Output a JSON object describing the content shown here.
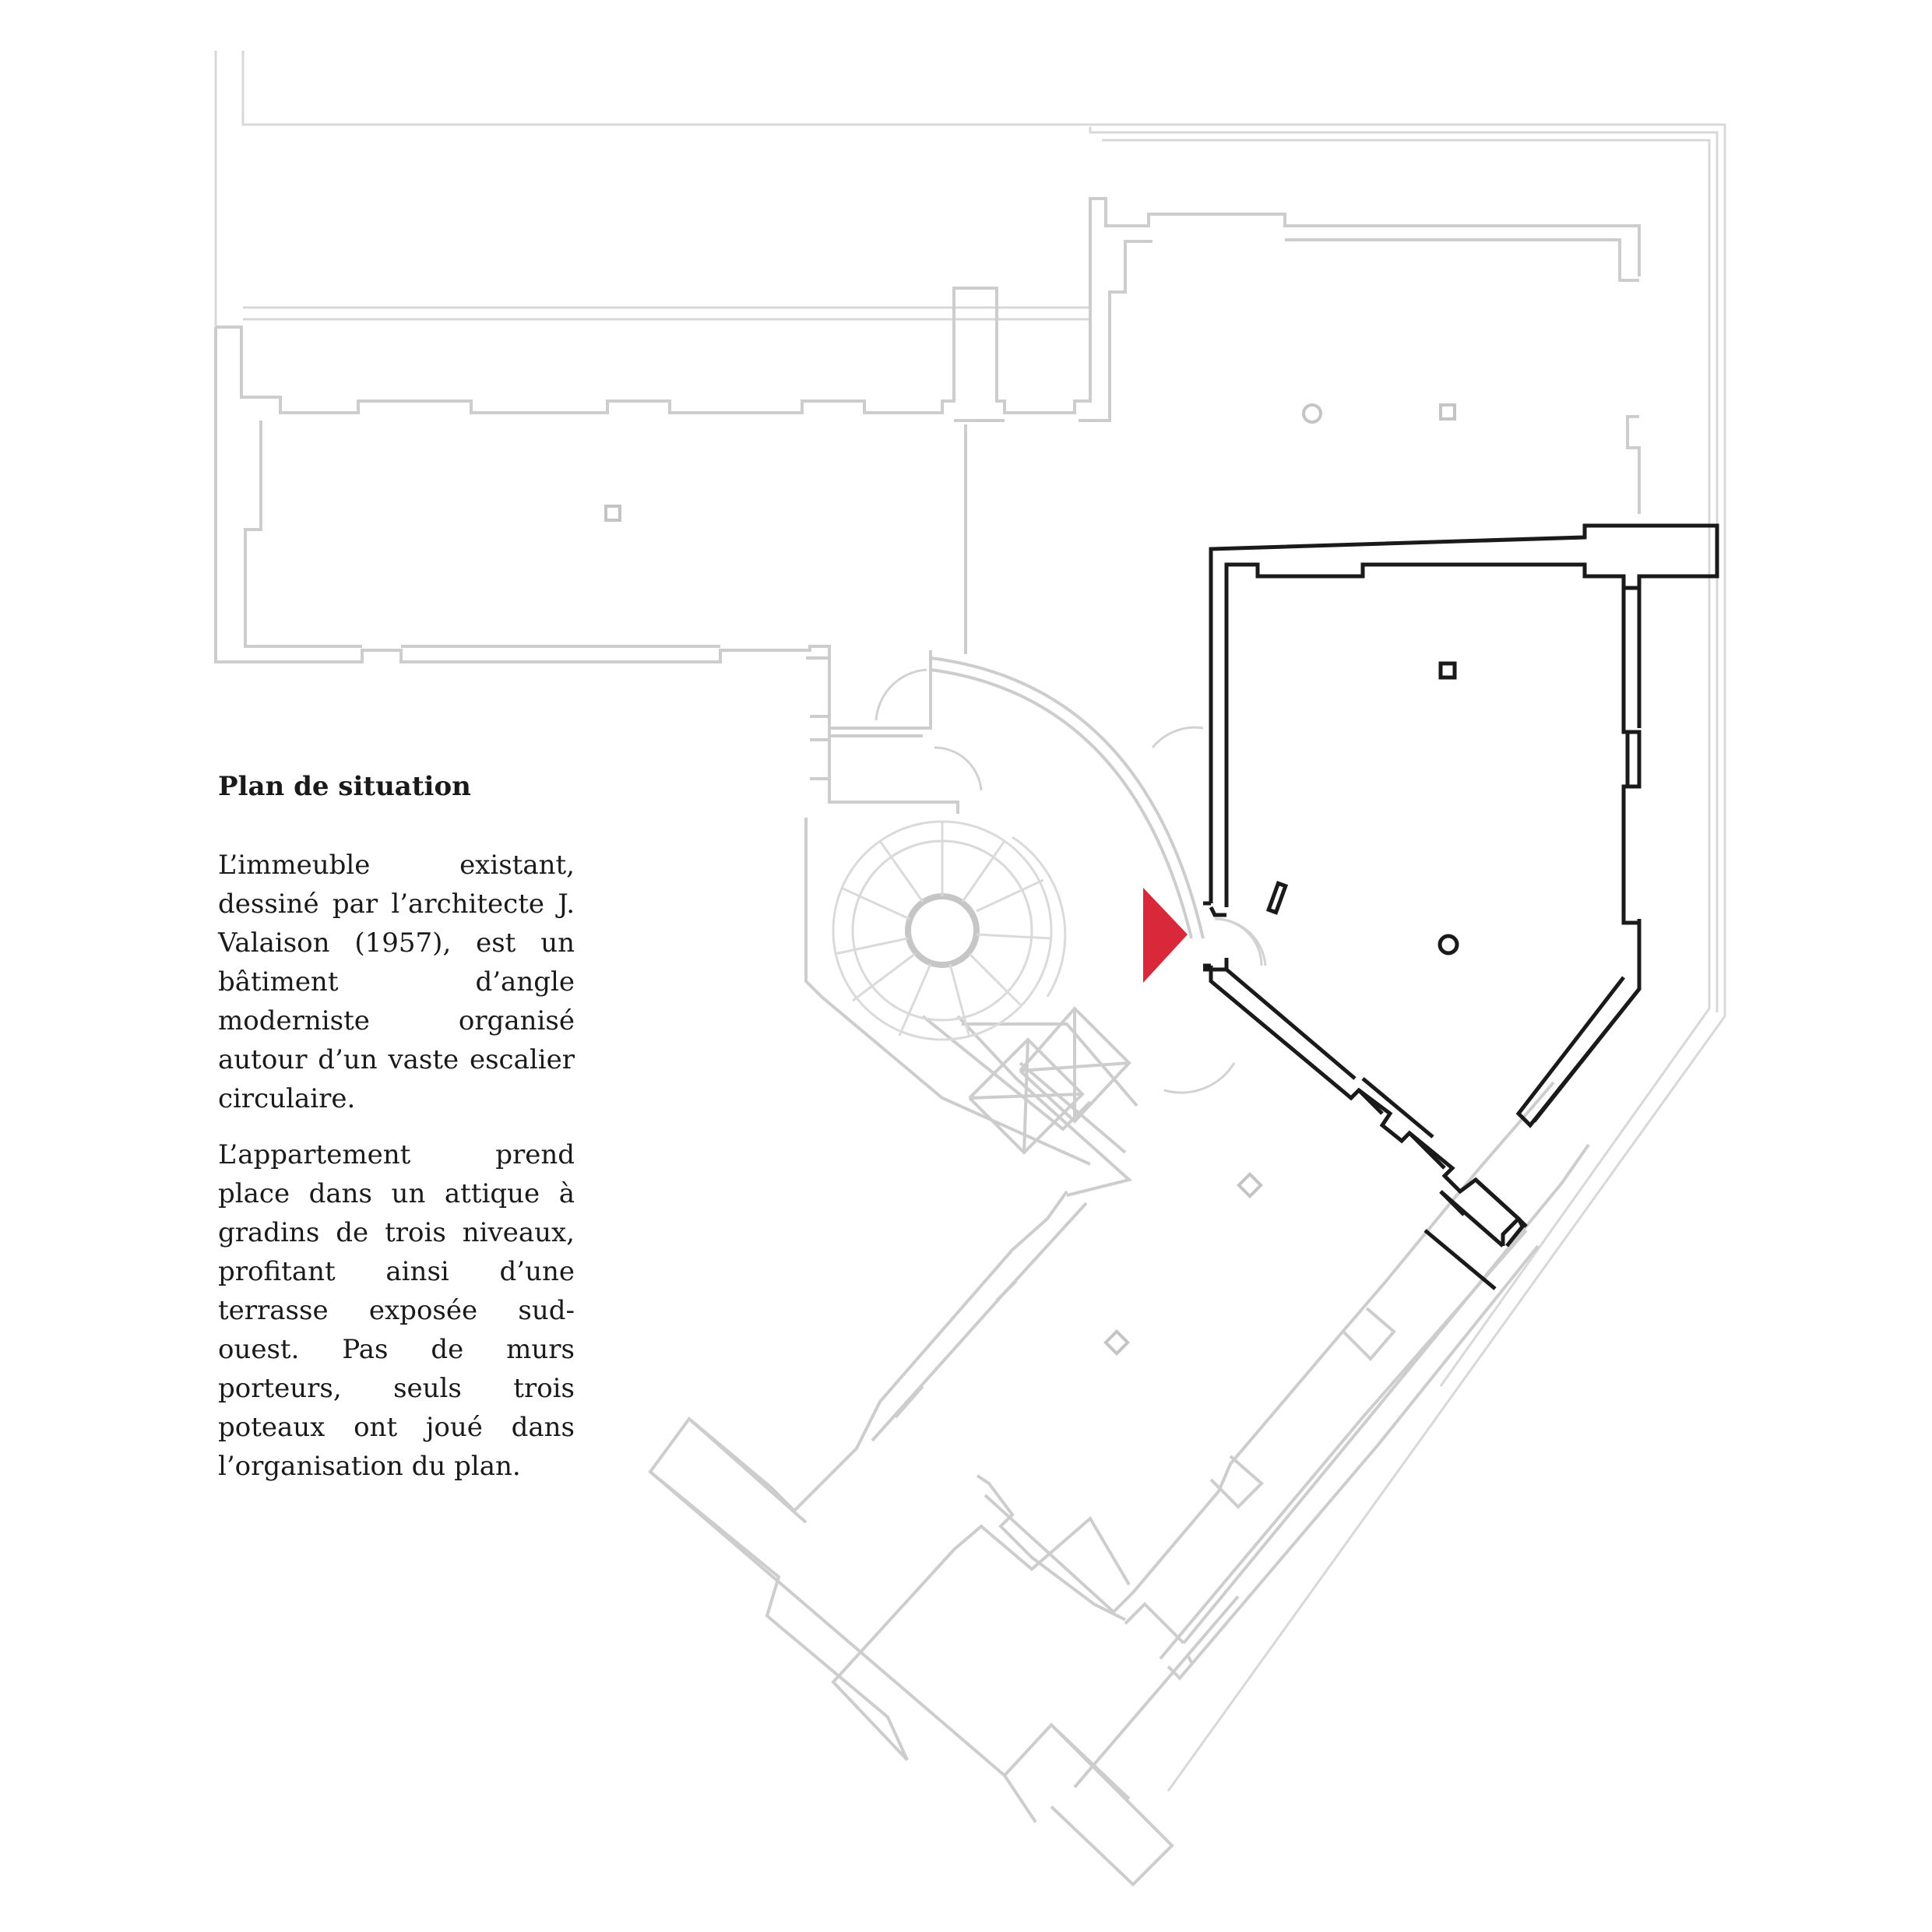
{
  "title": "Plan de situation",
  "paragraphs": [
    "L’immeuble existant, dessiné par l’architecte J. Valaison (1957), est un bâtiment d’angle moderniste organisé autour d’un vaste escalier circulaire.",
    "L’appartement prend place dans un attique à gradins de trois niveaux, profitant ainsi d’une terrasse exposée sud-ouest. Pas de murs porteurs, seuls trois poteaux ont joué dans l’organisation du plan."
  ],
  "colors": {
    "existing_walls": "#cdcdcd",
    "apartment_walls": "#1a1a1a",
    "entry_marker": "#d9283a"
  }
}
